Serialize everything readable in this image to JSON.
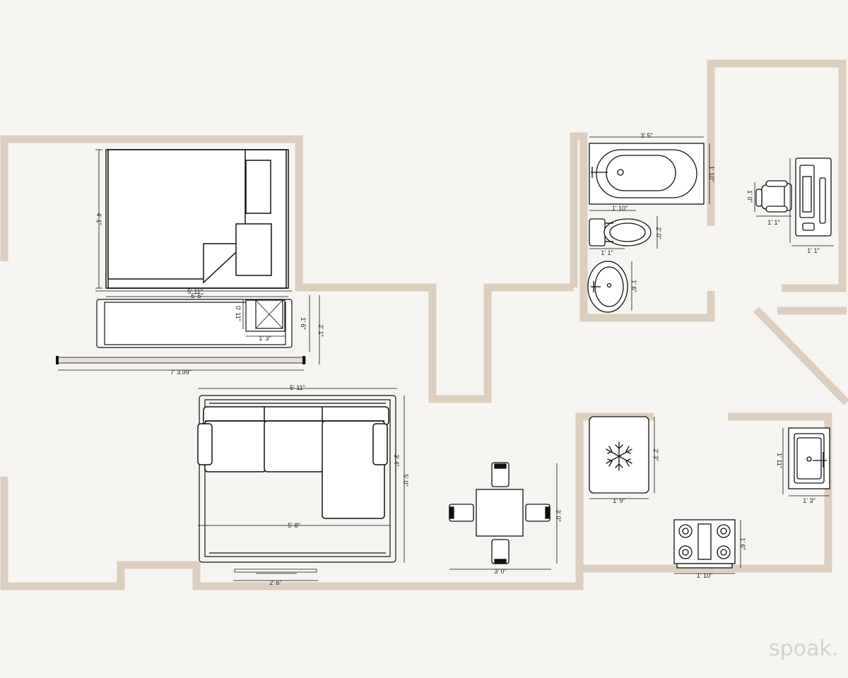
{
  "colors": {
    "background": "#f6f4f0",
    "wall": "#dccfbf",
    "line": "#111111",
    "dim_text": "#222222",
    "watermark": "#d2d2d2"
  },
  "watermark": "spoak.",
  "dimensions": {
    "bed_height": "4' 1\"",
    "bed_width_outer": "5' 11\"",
    "bed_width_inner": "5' 5\"",
    "bench_depth": "0' 11\"",
    "bench_item_width": "1' 3\"",
    "bench_side": "1' 6\"",
    "bench_side2": "2' 1\"",
    "shelf_width": "7' 3.99\"",
    "sofa_width": "5' 11\"",
    "sofa_depth": "3' 4\"",
    "rug_depth": "5' 0\"",
    "rug_width": "5' 8\"",
    "tv_width": "2' 6\"",
    "dining_height": "3' 0\"",
    "dining_width": "3' 0\"",
    "fridge_height": "2' 3\"",
    "fridge_width": "1' 9\"",
    "stove_height": "1' 6\"",
    "stove_width": "1' 10\"",
    "sink_height": "1' 11\"",
    "sink_width": "1' 3\"",
    "tub_width": "3' 5\"",
    "tub_height": "1' 10\"",
    "tub_inner_width": "1' 10\"",
    "toilet_width": "1' 1\"",
    "toilet_height": "2' 0\"",
    "basin_height": "1' 6\"",
    "chair_height": "1' 0\"",
    "chair_width": "1' 1\"",
    "desk_width": "1' 1\""
  }
}
